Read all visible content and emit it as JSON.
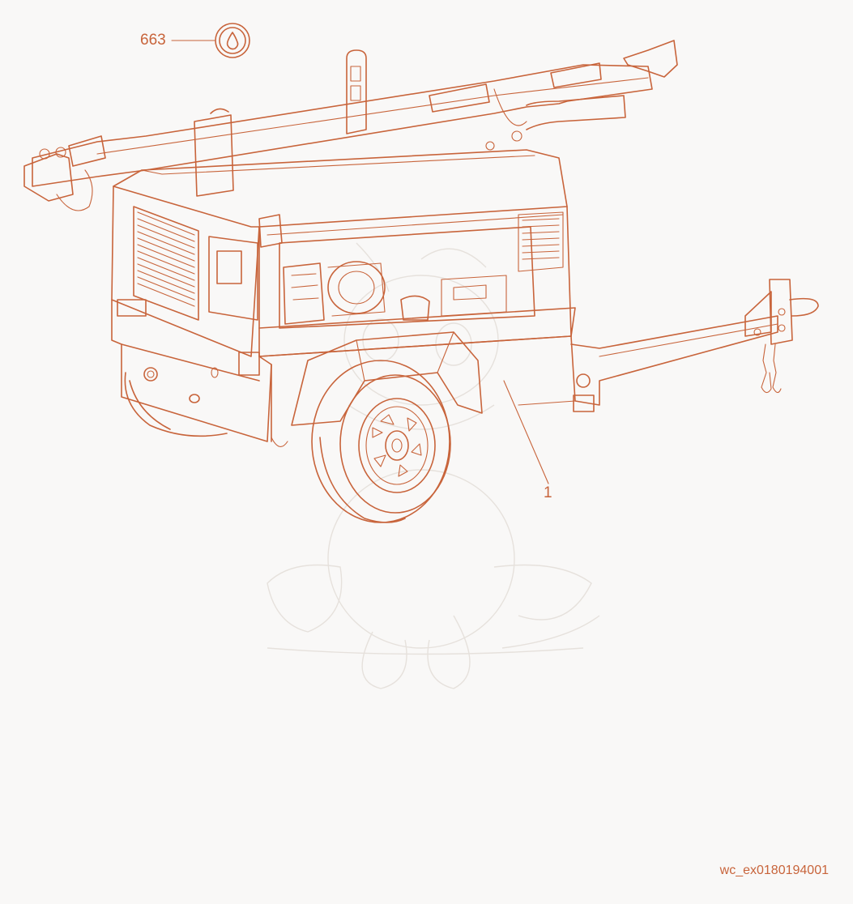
{
  "colors": {
    "line": "#c8643b",
    "background": "#f9f8f7",
    "watermark": "#e6e1dc"
  },
  "callouts": [
    {
      "label": "663",
      "symbol": "oil-drop-icon"
    },
    {
      "label": "1"
    }
  ],
  "drawing_id": "wc_ex0180194001"
}
